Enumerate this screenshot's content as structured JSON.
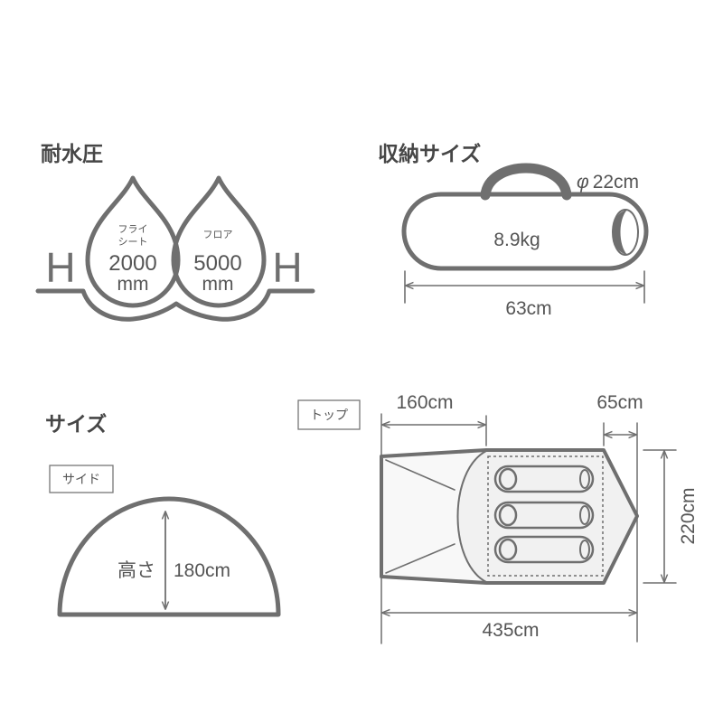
{
  "colors": {
    "line": "#6f6f6f",
    "text": "#555555",
    "title": "#464646"
  },
  "water_pressure": {
    "title": "耐水圧",
    "height_symbol": "H",
    "fly_sheet": {
      "label_line1": "フライ",
      "label_line2": "シート",
      "value": "2000",
      "unit": "mm"
    },
    "floor": {
      "label": "フロア",
      "value": "5000",
      "unit": "mm"
    }
  },
  "storage": {
    "title": "収納サイズ",
    "diameter_symbol": "φ",
    "diameter": "22cm",
    "weight": "8.9kg",
    "length": "63cm"
  },
  "size": {
    "title": "サイズ",
    "side_view": {
      "tab_label": "サイド",
      "height_label": "高さ",
      "height": "180cm"
    },
    "top_view": {
      "tab_label": "トップ",
      "vestibule_length": "160cm",
      "end_length": "65cm",
      "width": "220cm",
      "total_length": "435cm"
    }
  }
}
